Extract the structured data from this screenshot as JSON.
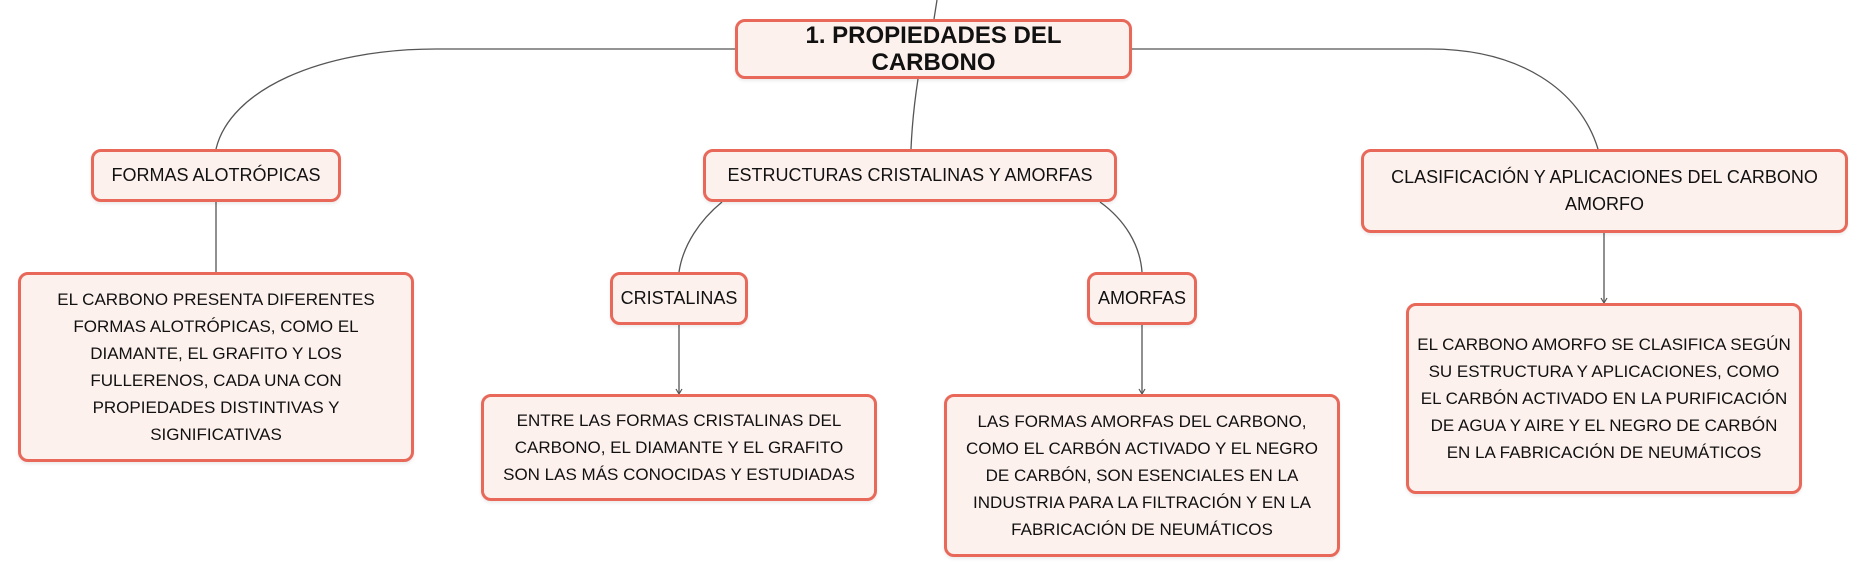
{
  "diagram": {
    "root": {
      "label": "1. PROPIEDADES DEL CARBONO"
    },
    "branches": [
      {
        "label": "FORMAS ALOTRÓPICAS",
        "detail": "EL CARBONO PRESENTA DIFERENTES FORMAS ALOTRÓPICAS, COMO EL DIAMANTE, EL GRAFITO Y LOS FULLERENOS, CADA UNA CON PROPIEDADES DISTINTIVAS Y SIGNIFICATIVAS"
      },
      {
        "label": "ESTRUCTURAS CRISTALINAS Y AMORFAS",
        "children": [
          {
            "label": "CRISTALINAS",
            "detail": "ENTRE LAS FORMAS CRISTALINAS DEL CARBONO, EL DIAMANTE Y EL GRAFITO SON LAS MÁS CONOCIDAS Y ESTUDIADAS"
          },
          {
            "label": "AMORFAS",
            "detail": "LAS FORMAS AMORFAS DEL CARBONO, COMO EL CARBÓN ACTIVADO Y EL NEGRO DE CARBÓN, SON ESENCIALES EN LA INDUSTRIA PARA LA FILTRACIÓN Y EN LA FABRICACIÓN DE NEUMÁTICOS"
          }
        ]
      },
      {
        "label": "CLASIFICACIÓN Y APLICACIONES DEL CARBONO AMORFO",
        "detail": "EL CARBONO AMORFO SE CLASIFICA SEGÚN SU ESTRUCTURA Y APLICACIONES, COMO EL CARBÓN ACTIVADO EN LA PURIFICACIÓN DE AGUA Y AIRE Y EL NEGRO DE CARBÓN EN LA FABRICACIÓN DE NEUMÁTICOS"
      }
    ]
  },
  "colors": {
    "node_border": "#e8685a",
    "node_fill": "#fdf1ee",
    "connector": "#555555",
    "text": "#111111"
  }
}
